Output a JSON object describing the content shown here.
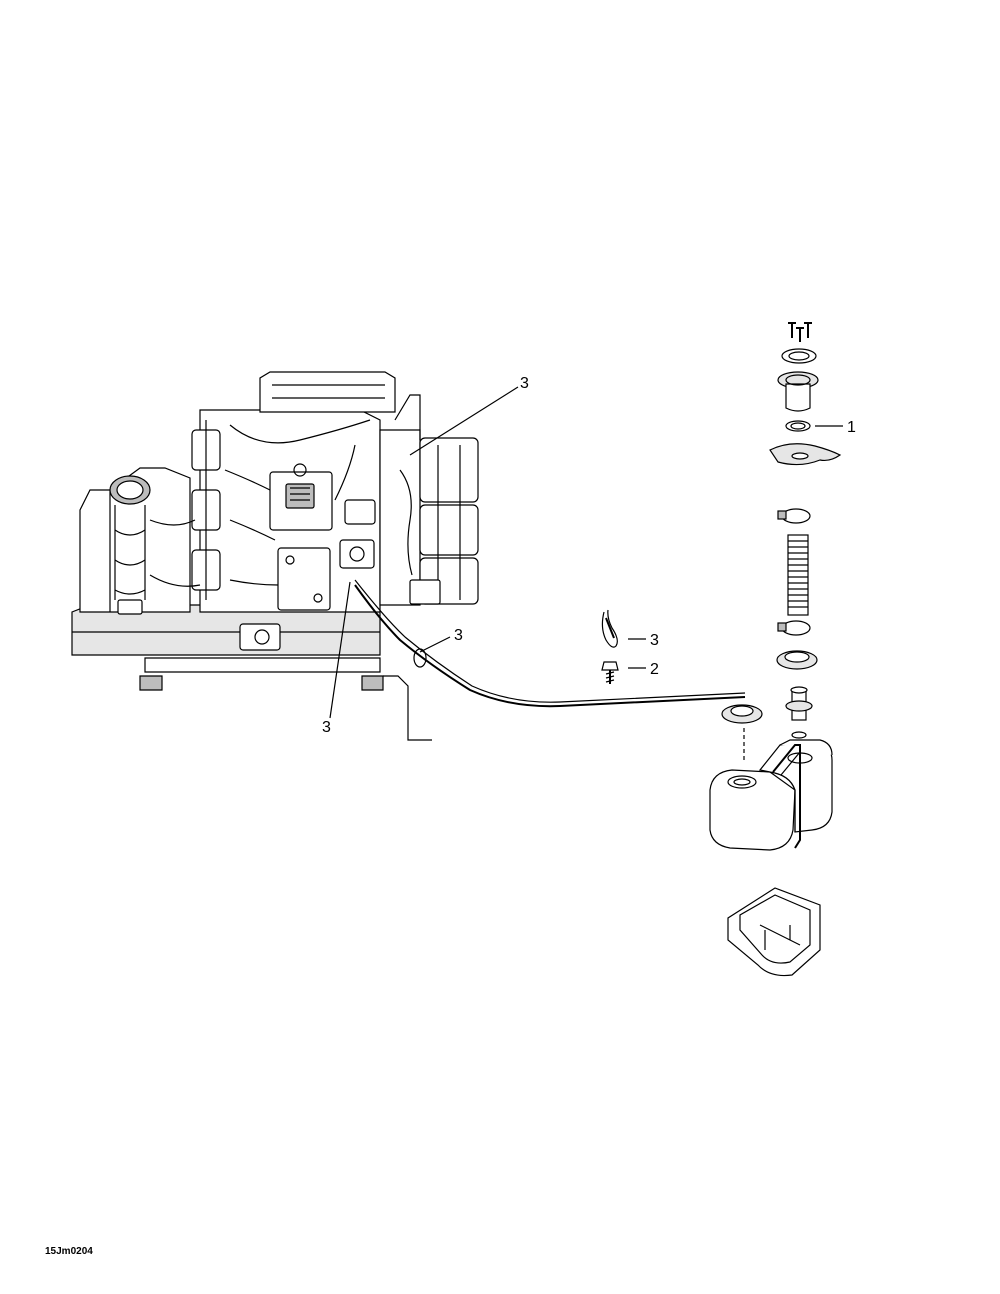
{
  "figure_id": "15Jm0204",
  "callouts": [
    {
      "label": "1"
    },
    {
      "label": "2"
    },
    {
      "label": "3"
    },
    {
      "label": "3"
    },
    {
      "label": "3"
    },
    {
      "label": "3"
    }
  ]
}
